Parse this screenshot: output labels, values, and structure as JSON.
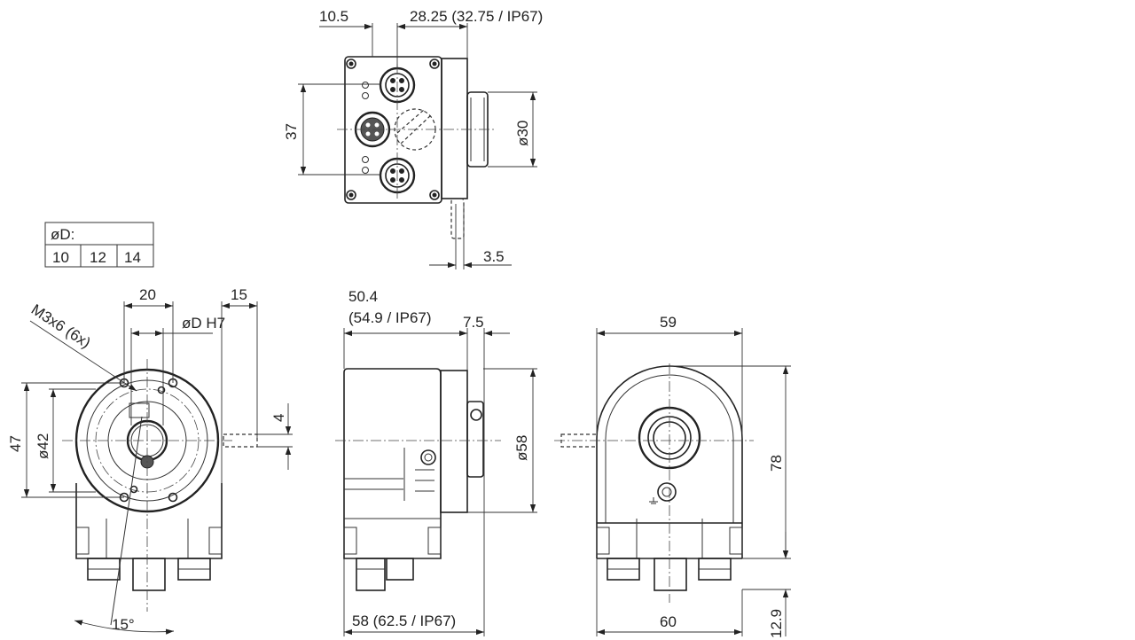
{
  "dimensions": {
    "top_width_a": "10.5",
    "top_width_b": "28.25 (32.75 / IP67)",
    "top_height": "37",
    "top_shaft_dia": "ø30",
    "top_offset": "3.5",
    "front_m3": "M3x6 (6x)",
    "front_20": "20",
    "front_15": "15",
    "front_bore": "øD H7",
    "front_4": "4",
    "front_47": "47",
    "front_42": "ø42",
    "front_angle": "15°",
    "side_length_line1": "50.4",
    "side_length_line2": "(54.9 / IP67)",
    "side_7_5": "7.5",
    "side_58_dia": "ø58",
    "side_total": "58 (62.5 / IP67)",
    "rear_59": "59",
    "rear_78": "78",
    "rear_60": "60",
    "rear_12_9": "12.9"
  },
  "bore_table": {
    "header": "øD:",
    "values": [
      "10",
      "12",
      "14"
    ]
  },
  "colors": {
    "line": "#222222",
    "background": "#ffffff"
  }
}
